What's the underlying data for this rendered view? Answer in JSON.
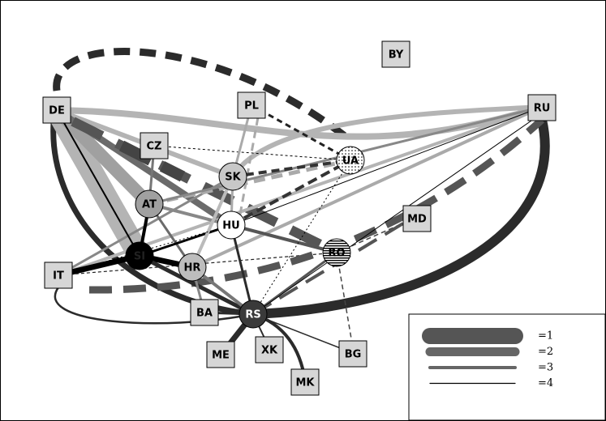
{
  "diagram": {
    "nodes": [
      {
        "id": "DE",
        "label": "DE",
        "shape": "square"
      },
      {
        "id": "PL",
        "label": "PL",
        "shape": "square"
      },
      {
        "id": "BY",
        "label": "BY",
        "shape": "square"
      },
      {
        "id": "RU",
        "label": "RU",
        "shape": "square"
      },
      {
        "id": "CZ",
        "label": "CZ",
        "shape": "square"
      },
      {
        "id": "SK",
        "label": "SK",
        "shape": "circle",
        "fill": "#c8c8c8"
      },
      {
        "id": "UA",
        "label": "UA",
        "shape": "circle",
        "fill": "dotted"
      },
      {
        "id": "AT",
        "label": "AT",
        "shape": "circle",
        "fill": "#a0a0a0"
      },
      {
        "id": "HU",
        "label": "HU",
        "shape": "circle",
        "fill": "#ffffff"
      },
      {
        "id": "MD",
        "label": "MD",
        "shape": "square"
      },
      {
        "id": "IT",
        "label": "IT",
        "shape": "square"
      },
      {
        "id": "SI",
        "label": "SI",
        "shape": "circle",
        "fill": "#000000"
      },
      {
        "id": "HR",
        "label": "HR",
        "shape": "circle",
        "fill": "#bdbdbd"
      },
      {
        "id": "RO",
        "label": "RO",
        "shape": "circle",
        "fill": "striped"
      },
      {
        "id": "BA",
        "label": "BA",
        "shape": "square"
      },
      {
        "id": "RS",
        "label": "RS",
        "shape": "circle",
        "fill": "#3a3a3a"
      },
      {
        "id": "ME",
        "label": "ME",
        "shape": "square"
      },
      {
        "id": "XK",
        "label": "XK",
        "shape": "square"
      },
      {
        "id": "BG",
        "label": "BG",
        "shape": "square"
      },
      {
        "id": "MK",
        "label": "MK",
        "shape": "square"
      }
    ],
    "legend": [
      {
        "label": "=1",
        "level": 1
      },
      {
        "label": "=2",
        "level": 2
      },
      {
        "label": "=3",
        "level": 3
      },
      {
        "label": "=4",
        "level": 4
      }
    ],
    "colors": {
      "dark": "#2f2f2f",
      "mid": "#6b6b6b",
      "light": "#b4b4b4",
      "black": "#000000"
    }
  }
}
